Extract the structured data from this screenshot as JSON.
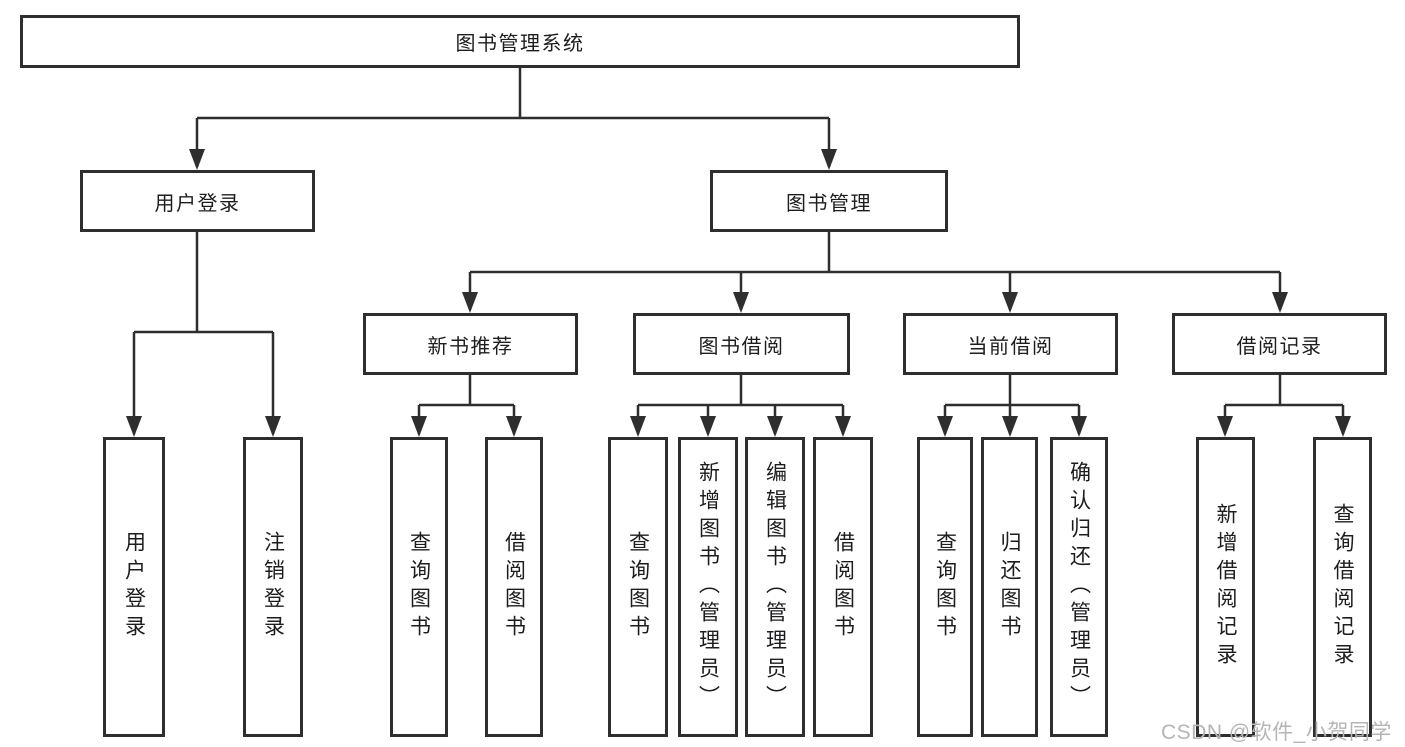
{
  "colors": {
    "background": "#ffffff",
    "line": "#2e2e2e",
    "box_border": "#2e2e2e",
    "box_fill": "#ffffff",
    "text": "#1d1d1f",
    "watermark": "#b5b5b5"
  },
  "watermark": {
    "text": "CSDN @软件_小贺同学"
  },
  "diagram": {
    "root": {
      "label": "图书管理系统"
    },
    "branches": [
      {
        "label": "用户登录",
        "children": [
          {
            "label": "用户登录"
          },
          {
            "label": "注销登录"
          }
        ]
      },
      {
        "label": "图书管理",
        "children": [
          {
            "label": "新书推荐",
            "children": [
              {
                "label": "查询图书"
              },
              {
                "label": "借阅图书"
              }
            ]
          },
          {
            "label": "图书借阅",
            "children": [
              {
                "label": "查询图书"
              },
              {
                "label": "新增图书（管理员）"
              },
              {
                "label": "编辑图书（管理员）"
              },
              {
                "label": "借阅图书"
              }
            ]
          },
          {
            "label": "当前借阅",
            "children": [
              {
                "label": "查询图书"
              },
              {
                "label": "归还图书"
              },
              {
                "label": "确认归还（管理员）"
              }
            ]
          },
          {
            "label": "借阅记录",
            "children": [
              {
                "label": "新增借阅记录"
              },
              {
                "label": "查询借阅记录"
              }
            ]
          }
        ]
      }
    ]
  }
}
